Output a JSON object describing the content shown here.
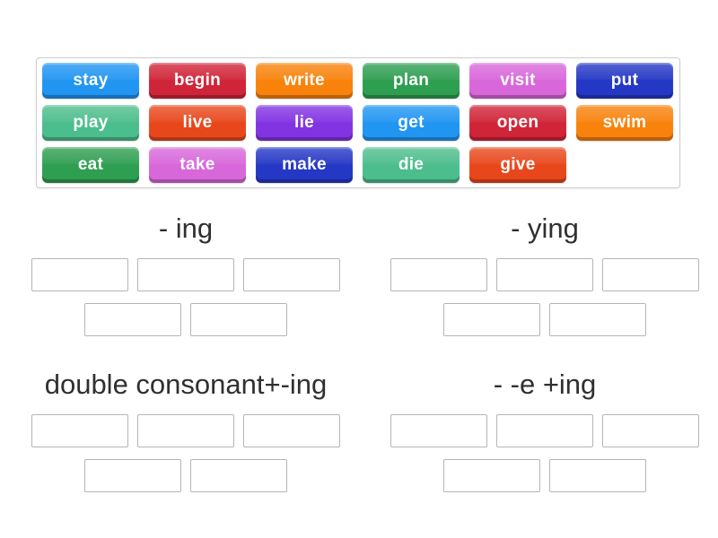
{
  "palette": {
    "blue": "#2095f2",
    "crimson": "#d02438",
    "orange": "#f8820b",
    "green": "#2e9e51",
    "orchid": "#d867da",
    "darkblue": "#2437c5",
    "seagreen": "#4cbd8c",
    "orangered": "#e8471c",
    "purple": "#8233e2"
  },
  "tray": {
    "tiles": [
      {
        "label": "stay",
        "color": "blue"
      },
      {
        "label": "begin",
        "color": "crimson"
      },
      {
        "label": "write",
        "color": "orange"
      },
      {
        "label": "plan",
        "color": "green"
      },
      {
        "label": "visit",
        "color": "orchid"
      },
      {
        "label": "put",
        "color": "darkblue"
      },
      {
        "label": "play",
        "color": "seagreen"
      },
      {
        "label": "live",
        "color": "orangered"
      },
      {
        "label": "lie",
        "color": "purple"
      },
      {
        "label": "get",
        "color": "blue"
      },
      {
        "label": "open",
        "color": "crimson"
      },
      {
        "label": "swim",
        "color": "orange"
      },
      {
        "label": "eat",
        "color": "green"
      },
      {
        "label": "take",
        "color": "orchid"
      },
      {
        "label": "make",
        "color": "darkblue"
      },
      {
        "label": "die",
        "color": "seagreen"
      },
      {
        "label": "give",
        "color": "orangered"
      }
    ]
  },
  "groups": [
    {
      "title": "- ing",
      "slots": 5
    },
    {
      "title": "- ying",
      "slots": 5
    },
    {
      "title": "double consonant+-ing",
      "slots": 5
    },
    {
      "title": "- -e +ing",
      "slots": 5
    }
  ]
}
